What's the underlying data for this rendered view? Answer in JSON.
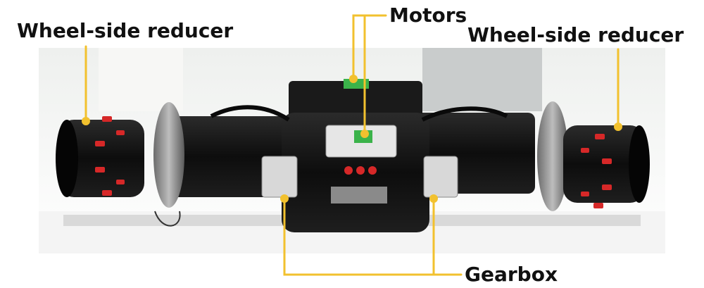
{
  "labels": {
    "left_reducer": "Wheel-side reducer",
    "right_reducer": "Wheel-side reducer",
    "motors": "Motors",
    "gearbox": "Gearbox"
  },
  "colors": {
    "callout": "#f2c12e",
    "label_text": "#111111",
    "motor_body": "#151515",
    "bolt": "#d62828",
    "background": "#ffffff"
  },
  "photo": {
    "description_icons": [
      "electric-axle-photo"
    ]
  }
}
